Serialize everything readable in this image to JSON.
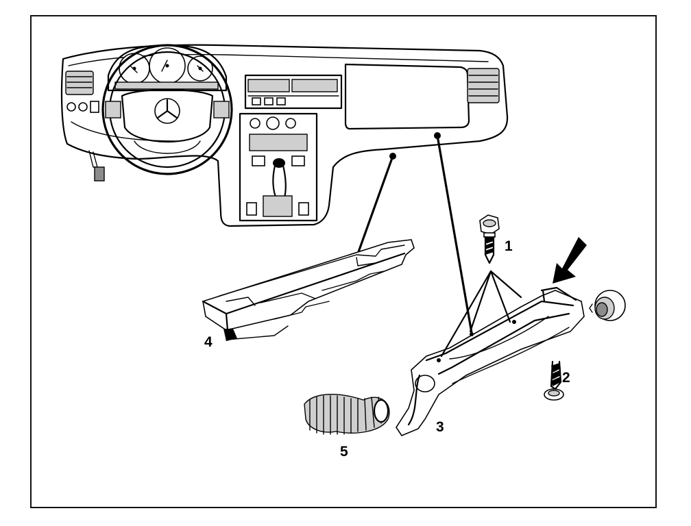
{
  "figure": {
    "callouts": [
      {
        "id": "1",
        "label": "1"
      },
      {
        "id": "2",
        "label": "2"
      },
      {
        "id": "3",
        "label": "3"
      },
      {
        "id": "4",
        "label": "4"
      },
      {
        "id": "5",
        "label": "5"
      }
    ],
    "parts": [
      {
        "id": "dashboard",
        "icon": "dashboard-icon"
      },
      {
        "id": "bolt",
        "icon": "hex-bolt-icon",
        "callout": "1"
      },
      {
        "id": "screw",
        "icon": "screw-icon",
        "callout": "2"
      },
      {
        "id": "trim-panel",
        "icon": "trim-panel-icon",
        "callout": "3"
      },
      {
        "id": "air-duct",
        "icon": "air-duct-icon",
        "callout": "4"
      },
      {
        "id": "hose",
        "icon": "flex-hose-icon",
        "callout": "5"
      },
      {
        "id": "clip",
        "icon": "clip-icon"
      },
      {
        "id": "arrow",
        "icon": "direction-arrow-icon"
      }
    ],
    "colors": {
      "ink": "#000000",
      "paper": "#ffffff",
      "shade": "#cfcfcf"
    }
  }
}
